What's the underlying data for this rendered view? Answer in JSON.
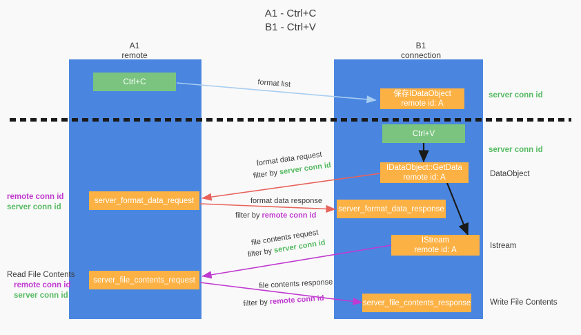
{
  "title": {
    "line1": "A1 - Ctrl+C",
    "line2": "B1 - Ctrl+V"
  },
  "columns": [
    {
      "id": "a1",
      "name": "A1",
      "role": "remote"
    },
    {
      "id": "b1",
      "name": "B1",
      "role": "connection"
    }
  ],
  "nodes": {
    "ctrl_c": {
      "label": "Ctrl+C",
      "color": "#7ac47f"
    },
    "ctrl_v": {
      "label": "Ctrl+V",
      "color": "#7ac47f"
    },
    "save_idataobject_l1": {
      "label": "保存IDataObject",
      "label_l2": "remote id: A",
      "color": "#fcb144"
    },
    "getdata_l1": {
      "label": "IDataObject::GetData",
      "label_l2": "remote id: A",
      "color": "#fcb144"
    },
    "istream_l1": {
      "label": "IStream",
      "label_l2": "remote id: A",
      "color": "#fcb144"
    },
    "server_format_data_request": {
      "label": "server_format_data_request",
      "color": "#fcb144"
    },
    "server_format_data_response": {
      "label": "server_format_data_response",
      "color": "#fcb144"
    },
    "server_file_contents_request": {
      "label": "server_file_contents_request",
      "color": "#fcb144"
    },
    "server_file_contents_response": {
      "label": "server_file_contents_response",
      "color": "#fcb144"
    }
  },
  "edge_labels": {
    "format_list": "format list",
    "format_data_request": "format data request",
    "format_data_request_filter_prefix": "filter by ",
    "format_data_request_filter_value": "server conn id",
    "format_data_response": "format data response",
    "format_data_response_filter_prefix": "filter by ",
    "format_data_response_filter_value": "remote conn id",
    "file_contents_request": "file contents request",
    "file_contents_request_filter_prefix": "filter by ",
    "file_contents_request_filter_value": "server conn id",
    "file_contents_response": "file contents response",
    "file_contents_response_filter_prefix": "filter by ",
    "file_contents_response_filter_value": "remote conn id"
  },
  "right_annotations": [
    {
      "id": "server-conn-id-top",
      "text": "server conn id",
      "style": "green"
    },
    {
      "id": "server-conn-id-mid",
      "text": "server conn id",
      "style": "green"
    },
    {
      "id": "dataobject",
      "text": "DataObject",
      "style": "plain"
    },
    {
      "id": "istream",
      "text": "Istream",
      "style": "plain"
    },
    {
      "id": "write-file-contents",
      "text": "Write File Contents",
      "style": "plain"
    }
  ],
  "left_annotations": {
    "group1": {
      "line1": "remote conn id",
      "line2": "server conn id"
    },
    "group2": {
      "heading": "Read File Contents",
      "line1": "remote conn id",
      "line2": "server conn id"
    }
  },
  "colors": {
    "panel_blue": "#4a86e0",
    "node_green": "#7ac47f",
    "node_orange": "#fcb144",
    "arrow_light_blue": "#a8cdf0",
    "arrow_red": "#e8635c",
    "arrow_magenta": "#c03ad0",
    "arrow_black": "#1a1a1a",
    "text_green": "#57bb63",
    "text_purple": "#c03ad0",
    "background": "#f9f9f9"
  }
}
